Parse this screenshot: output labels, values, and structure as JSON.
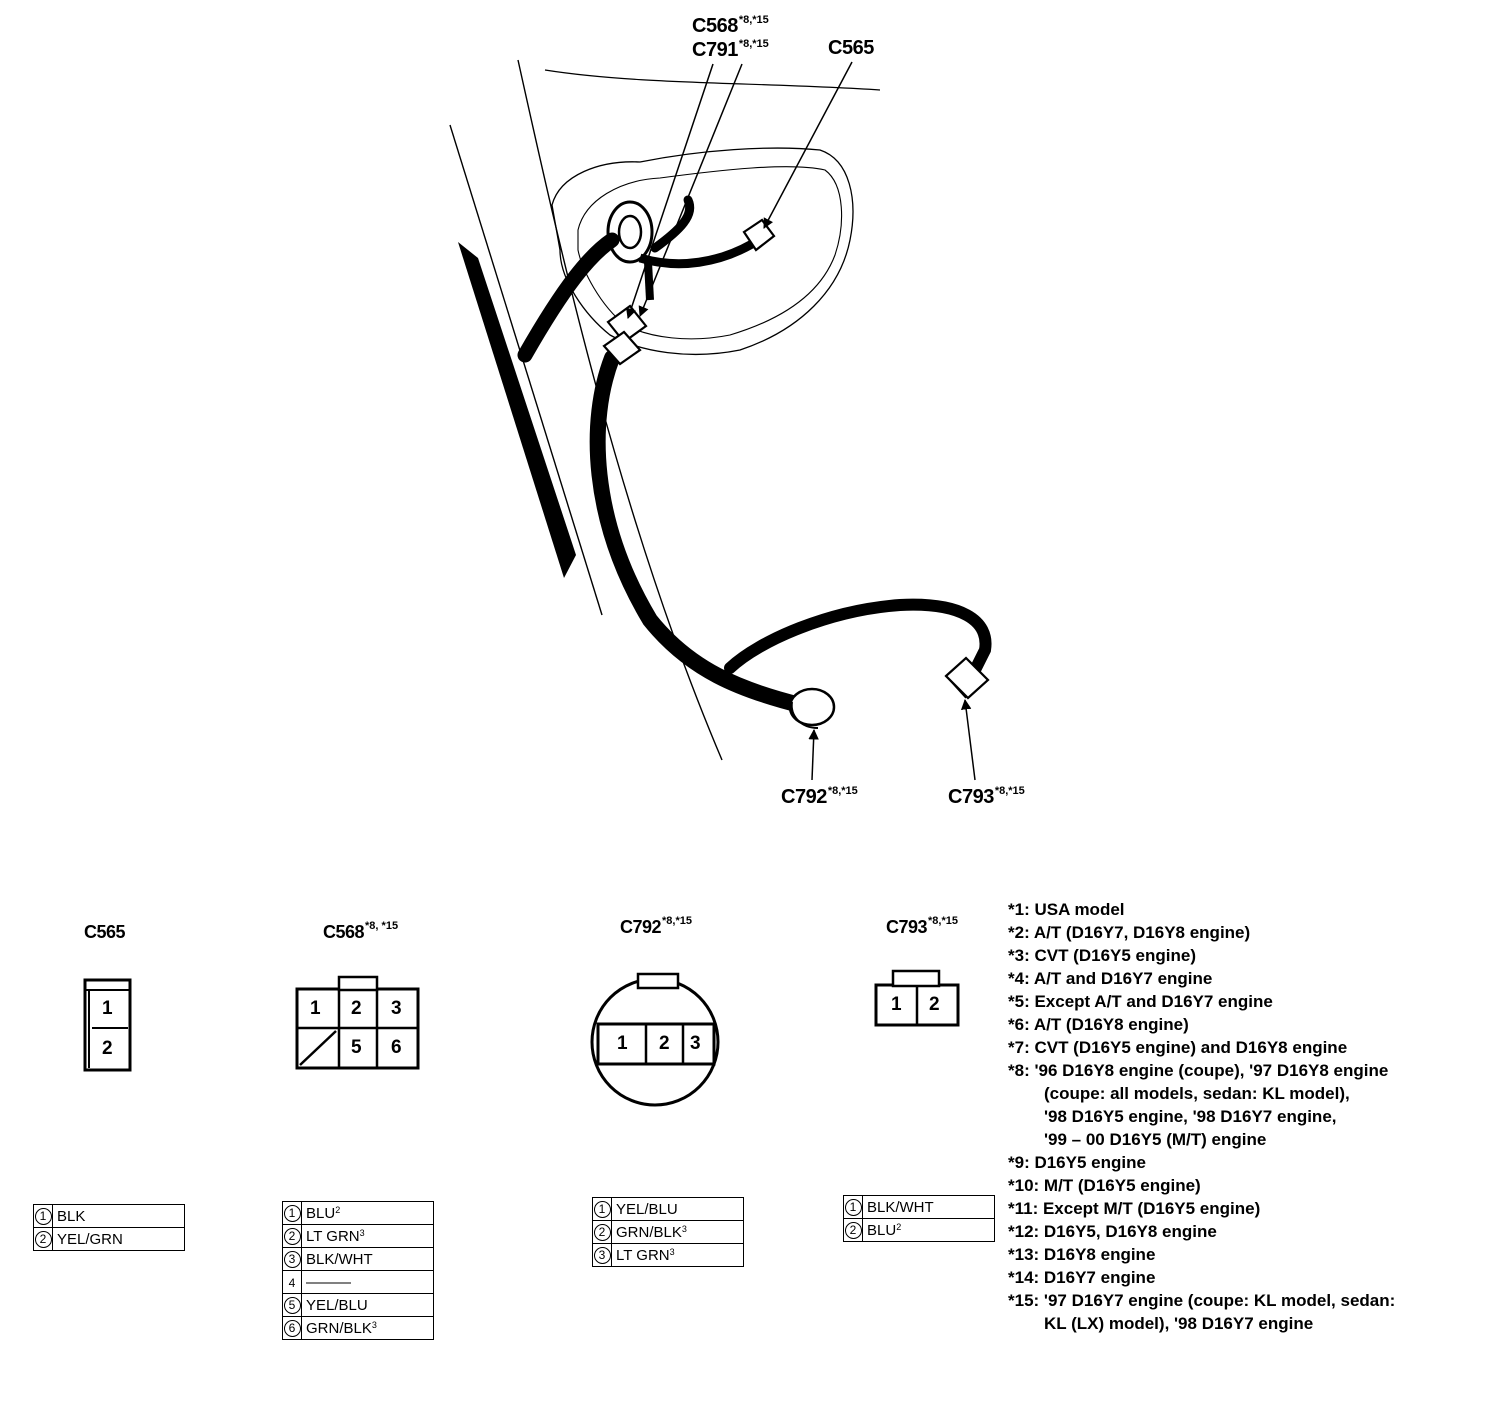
{
  "callouts": {
    "c568": {
      "name": "C568",
      "sup": "*8,*15"
    },
    "c791": {
      "name": "C791",
      "sup": "*8,*15"
    },
    "c565": {
      "name": "C565"
    },
    "c792": {
      "name": "C792",
      "sup": "*8,*15"
    },
    "c793": {
      "name": "C793",
      "sup": "*8,*15"
    }
  },
  "connectors": {
    "c565": {
      "title": "C565",
      "sup": "",
      "cells": [
        "1",
        "2"
      ],
      "pins": [
        {
          "n": "1",
          "wire": "BLK",
          "sup": ""
        },
        {
          "n": "2",
          "wire": "YEL/GRN",
          "sup": ""
        }
      ]
    },
    "c568": {
      "title": "C568",
      "sup": "*8, *15",
      "cells": [
        "1",
        "2",
        "3",
        "5",
        "6"
      ],
      "pins": [
        {
          "n": "1",
          "wire": "BLU",
          "sup": "2"
        },
        {
          "n": "2",
          "wire": "LT GRN",
          "sup": "3"
        },
        {
          "n": "3",
          "wire": "BLK/WHT",
          "sup": ""
        },
        {
          "n": "4",
          "wire": "———",
          "sup": ""
        },
        {
          "n": "5",
          "wire": "YEL/BLU",
          "sup": ""
        },
        {
          "n": "6",
          "wire": "GRN/BLK",
          "sup": "3"
        }
      ]
    },
    "c792": {
      "title": "C792",
      "sup": "*8,*15",
      "cells": [
        "1",
        "2",
        "3"
      ],
      "pins": [
        {
          "n": "1",
          "wire": "YEL/BLU",
          "sup": ""
        },
        {
          "n": "2",
          "wire": "GRN/BLK",
          "sup": "3"
        },
        {
          "n": "3",
          "wire": "LT GRN",
          "sup": "3"
        }
      ]
    },
    "c793": {
      "title": "C793",
      "sup": "*8,*15",
      "cells": [
        "1",
        "2"
      ],
      "pins": [
        {
          "n": "1",
          "wire": "BLK/WHT",
          "sup": ""
        },
        {
          "n": "2",
          "wire": "BLU",
          "sup": "2"
        }
      ]
    }
  },
  "notes": [
    "*1: USA model",
    "*2: A/T (D16Y7, D16Y8 engine)",
    "*3: CVT (D16Y5 engine)",
    "*4: A/T and D16Y7 engine",
    "*5: Except A/T and D16Y7 engine",
    "*6: A/T (D16Y8 engine)",
    "*7: CVT (D16Y5 engine) and D16Y8 engine",
    "*8: '96 D16Y8 engine (coupe), '97 D16Y8 engine",
    "(coupe: all models, sedan: KL model),",
    "'98 D16Y5 engine, '98 D16Y7 engine,",
    "'99 – 00 D16Y5 (M/T) engine",
    "*9: D16Y5 engine",
    "*10: M/T (D16Y5 engine)",
    "*11: Except M/T (D16Y5 engine)",
    "*12: D16Y5, D16Y8 engine",
    "*13: D16Y8 engine",
    "*14: D16Y7 engine",
    "*15: '97 D16Y7 engine (coupe: KL model, sedan:",
    "KL (LX) model), '98 D16Y7 engine"
  ]
}
